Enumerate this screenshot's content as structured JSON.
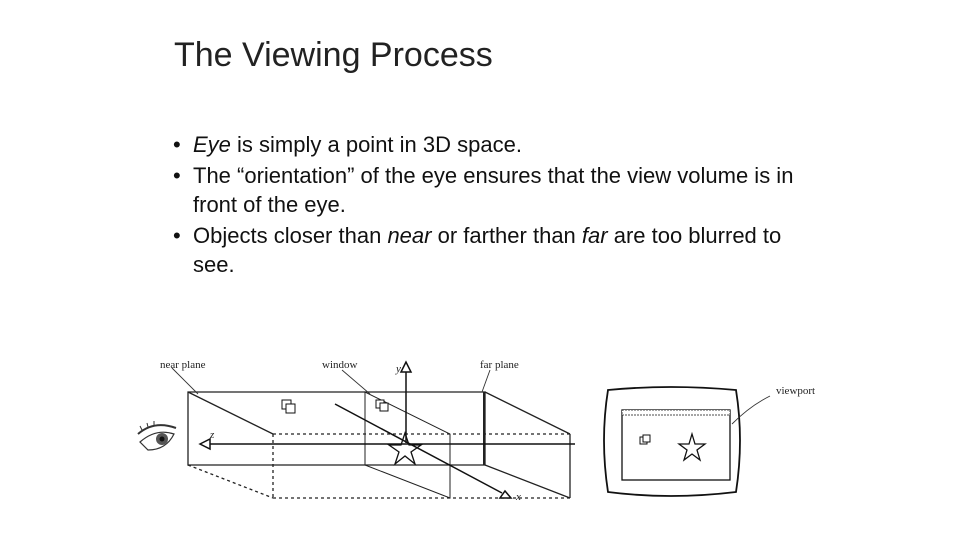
{
  "slide": {
    "title": "The Viewing Process",
    "bullets": [
      {
        "parts": [
          {
            "t": "Eye",
            "i": true
          },
          {
            "t": " is simply a point in 3D space.",
            "i": false
          }
        ]
      },
      {
        "parts": [
          {
            "t": "The “orientation” of the eye ensures that the view volume is in front of the eye.",
            "i": false
          }
        ]
      },
      {
        "parts": [
          {
            "t": "Objects closer than ",
            "i": false
          },
          {
            "t": "near",
            "i": true
          },
          {
            "t": " or farther than ",
            "i": false
          },
          {
            "t": "far",
            "i": true
          },
          {
            "t": " are too blurred to see.",
            "i": false
          }
        ]
      }
    ],
    "bullet_symbol": "•"
  },
  "diagram": {
    "labels": {
      "near_plane": "near plane",
      "window": "window",
      "far_plane": "far plane",
      "viewport": "viewport",
      "y_axis": "y",
      "z_axis": "z",
      "x_axis": "x"
    }
  }
}
